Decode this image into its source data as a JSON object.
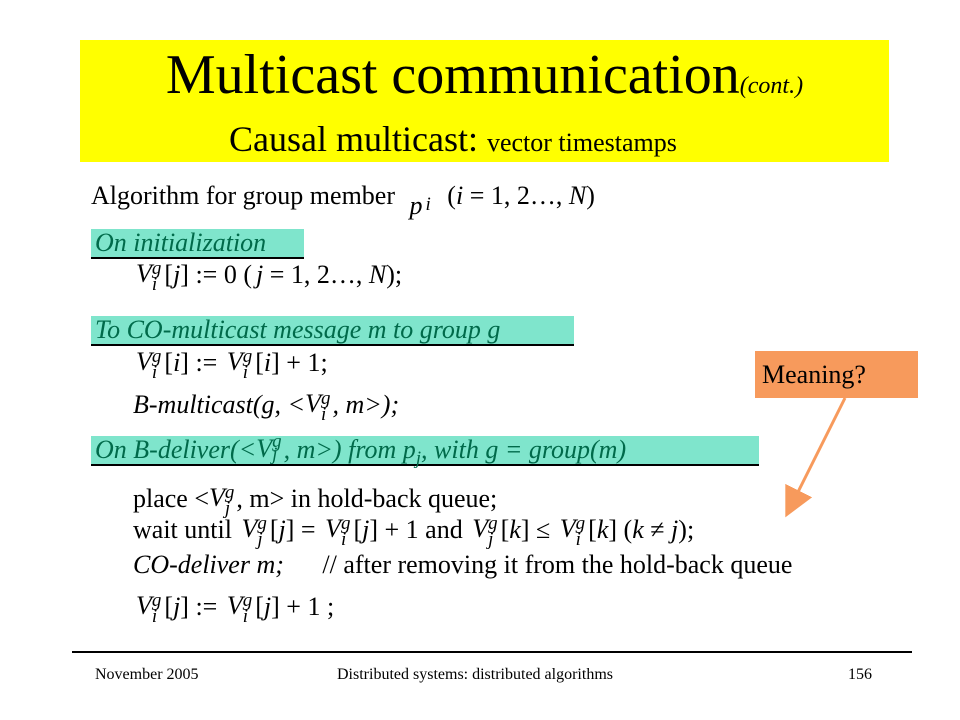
{
  "title": {
    "main": "Multicast communication",
    "suffix": "(cont.)",
    "sub_main": "Causal multicast:",
    "sub_small": "vector timestamps"
  },
  "intro": {
    "prefix": "Algorithm for group member",
    "p": "p",
    "i_sub": "i",
    "open": "(",
    "i": "i",
    "range": "= 1, 2…,",
    "N": "N",
    "close": ")"
  },
  "vector": {
    "symbol": "V",
    "group": "g",
    "i": "i",
    "j": "j"
  },
  "sections": {
    "init_header": "On initialization",
    "multicast_header": "To CO-multicast message m to group g",
    "deliver_header_a": "On B-deliver(<",
    "deliver_header_b": ", m>) from",
    "deliver_header_p": "p",
    "deliver_header_c": ", with g = group(m)"
  },
  "code": {
    "init_line": {
      "idx": "[",
      "j": "j",
      "assign": "] := 0 (",
      "j2": "j",
      "range": "= 1, 2…,",
      "N": "N",
      "close": ");"
    },
    "increment_line": {
      "idx1": "[",
      "i1": "i",
      "mid": "] :=",
      "idx2": "[",
      "i2": "i",
      "end": "] + 1;"
    },
    "bmulticast_line": {
      "start": "B-multicast(g, <",
      "end": ", m>);"
    },
    "place_line": {
      "start": "place <",
      "end": ", m> in hold-back queue;"
    },
    "wait_line": {
      "start": "wait until",
      "idx1": "[",
      "j1": "j",
      "c1": "] =",
      "idx2": "[",
      "j2": "j",
      "c2": "] + 1 and",
      "idx3": "[",
      "k1": "k",
      "c3": "] ≤",
      "idx4": "[",
      "k2": "k",
      "c4": "] (",
      "k3": "k",
      "neq": "≠",
      "j3": "j",
      "end": ");"
    },
    "codeliver_line": {
      "start": "CO-deliver m;",
      "comment": "// after removing it from the hold-back queue"
    },
    "update_line": {
      "idx1": "[",
      "j1": "j",
      "c1": "] :=",
      "idx2": "[",
      "j2": "j",
      "end": "] + 1 ;"
    }
  },
  "callout": {
    "text": "Meaning?"
  },
  "footer": {
    "date": "November 2005",
    "course": "Distributed systems: distributed algorithms",
    "page": "156"
  },
  "colors": {
    "title_band": "#ffff00",
    "header_band": "#7fe5cc",
    "header_text": "#006a4a",
    "callout": "#f79a5c",
    "arrow": "#f79a5c"
  }
}
